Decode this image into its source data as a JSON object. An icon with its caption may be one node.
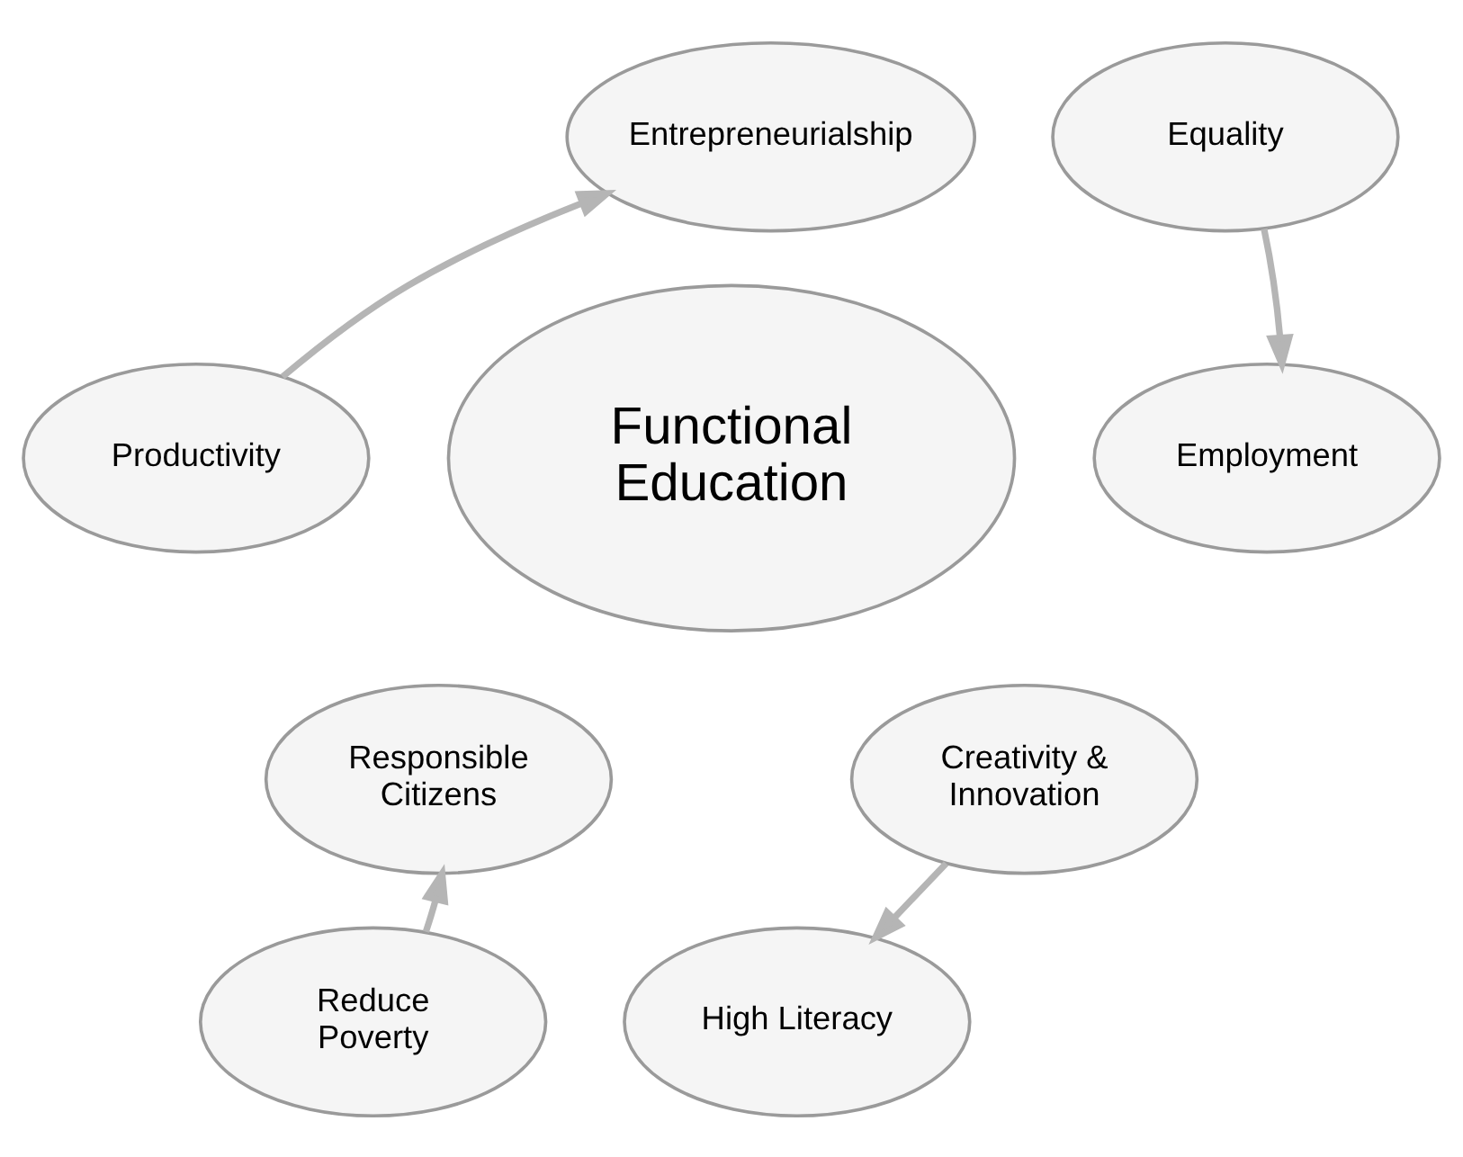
{
  "diagram": {
    "nodes": [
      {
        "text": [
          "Entrepreneurialship"
        ]
      },
      {
        "text": [
          "Equality"
        ]
      },
      {
        "text": [
          "Productivity"
        ]
      },
      {
        "text": [
          "Functional Education"
        ]
      },
      {
        "text": [
          "Employment"
        ]
      },
      {
        "text": [
          "Responsible Citizens"
        ]
      },
      {
        "text": [
          "Creativity & Innovation"
        ]
      },
      {
        "text": [
          "Reduce Poverty"
        ]
      },
      {
        "text": [
          "High Literacy"
        ]
      }
    ],
    "edges": [
      {
        "from": 2,
        "to": 0,
        "arrow": "to"
      },
      {
        "from": 1,
        "to": 4,
        "arrow": "to"
      },
      {
        "from": 6,
        "to": 8,
        "arrow": "to"
      },
      {
        "from": 7,
        "to": 5,
        "arrow": "to"
      }
    ]
  }
}
